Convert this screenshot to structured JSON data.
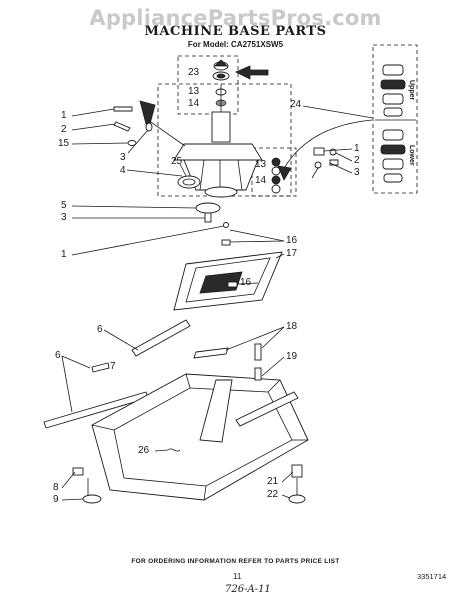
{
  "watermark": "AppliancePartsPros.com",
  "title": "MACHINE BASE PARTS",
  "model_line": "For Model: CA2751XSW5",
  "inset_labels": {
    "upper": "Upper",
    "lower": "Lower"
  },
  "callouts": {
    "c1a": "1",
    "c2a": "2",
    "c15": "15",
    "c3a": "3",
    "c4": "4",
    "c25": "25",
    "c23": "23",
    "c13a": "13",
    "c14a": "14",
    "c24": "24",
    "c13b": "13",
    "c14b": "14",
    "c1b": "1",
    "c2b": "2",
    "c3b": "3",
    "c5": "5",
    "c3c": "3",
    "c1c": "1",
    "c16a": "16",
    "c17": "17",
    "c16b": "16",
    "c6a": "6",
    "c6b": "6",
    "c7": "7",
    "c18": "18",
    "c19": "19",
    "c26": "26",
    "c8": "8",
    "c9": "9",
    "c21": "21",
    "c22": "22"
  },
  "footer": "FOR ORDERING INFORMATION REFER TO PARTS PRICE LIST",
  "page_number": "11",
  "doc_number": "3351714",
  "hand_note": "726-A-11"
}
